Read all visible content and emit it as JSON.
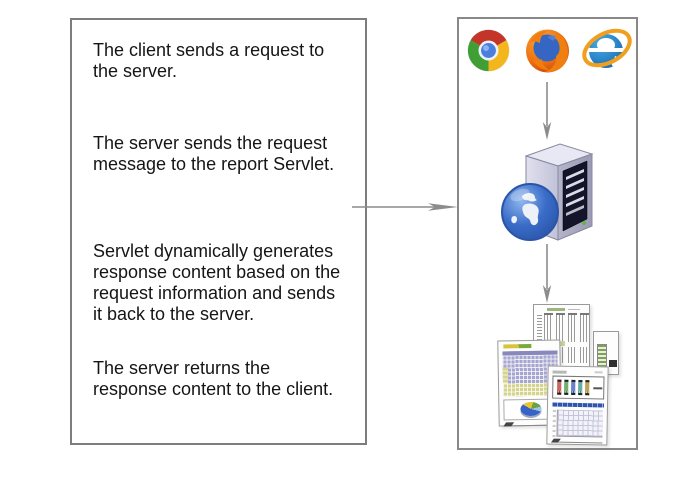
{
  "canvas": {
    "background": "#ffffff",
    "box_border_color": "#7d7d7d",
    "arrow_color": "#8c8c8c",
    "text_color": "#151515"
  },
  "steps_panel": {
    "steps": [
      {
        "text": "The client sends a request to\nthe server."
      },
      {
        "text": "The server sends the request\nmessage to the report Servlet."
      },
      {
        "text": "Servlet dynamically generates\nresponse content based on the\nrequest information and sends\nit back to the server."
      },
      {
        "text": "The server returns the\nresponse content to the client."
      }
    ]
  },
  "flow_panel": {
    "browser_icons": [
      "chrome-icon",
      "firefox-icon",
      "internet-explorer-icon"
    ],
    "server_icon": "web-server-icon",
    "report_pages": [
      "table-report-page",
      "pie-chart-report-page",
      "bar-chart-report-page"
    ],
    "icon_colors": {
      "chrome_red": "#c23528",
      "chrome_green": "#3f9f35",
      "chrome_yellow": "#f3b61d",
      "chrome_blue": "#4a7fe0",
      "firefox_orange": "#ef7f10",
      "firefox_blue": "#3566c4",
      "ie_blue": "#1b75bb",
      "ie_ring": "#f0a01e",
      "server_body": "#c9c9dc",
      "server_panel": "#14142a",
      "globe_blue": "#3a6cc8",
      "report_lavender": "#a6a6d0",
      "report_khaki": "#d4d48c"
    }
  }
}
